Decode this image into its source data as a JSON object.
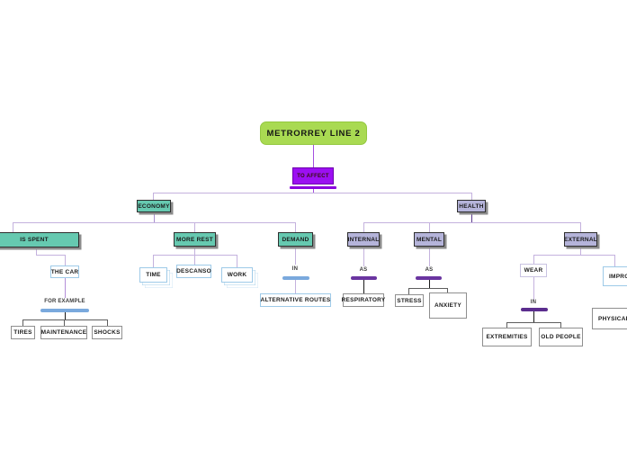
{
  "colors": {
    "title_fill": "#a9da52",
    "root_fill": "#9c0ff2",
    "teal_fill": "#66c9b0",
    "lavender_fill": "#b5b4da",
    "blue_border": "#9ecae8",
    "gray_border": "#8f8f8f",
    "connector_lavender": "#c4b2de",
    "bar_blue": "#7aa9dd",
    "bar_purple": "#6a35a0"
  },
  "tree": {
    "title": "METRORREY LINE 2",
    "root_label": "TO AFFECT",
    "economy": {
      "label": "ECONOMY",
      "is_spent": {
        "label": "IS SPENT",
        "the_car": {
          "label": "THE CAR",
          "link": "FOR EXAMPLE",
          "tires": "TIRES",
          "maintenance": "MAINTENANCE",
          "shocks": "SHOCKS"
        }
      },
      "more_rest": {
        "label": "MORE REST",
        "time": "TIME",
        "descanso": "DESCANSO",
        "work": "WORK"
      },
      "demand": {
        "label": "DEMAND",
        "link": "IN",
        "alternative_routes": "ALTERNATIVE ROUTES"
      }
    },
    "health": {
      "label": "HEALTH",
      "internal": {
        "label": "INTERNAL",
        "link": "AS",
        "respiratory": "RESPIRATORY"
      },
      "mental": {
        "label": "MENTAL",
        "link": "AS",
        "stress": "STRESS",
        "anxiety": "ANXIETY"
      },
      "external": {
        "label": "EXTERNAL",
        "wear": {
          "label": "WEAR",
          "link": "IN",
          "extremities": "EXTREMITIES",
          "old_people": "OLD PEOPLE"
        },
        "improvement": {
          "label": "IMPROV",
          "physical": "PHYSICAL"
        }
      }
    }
  }
}
